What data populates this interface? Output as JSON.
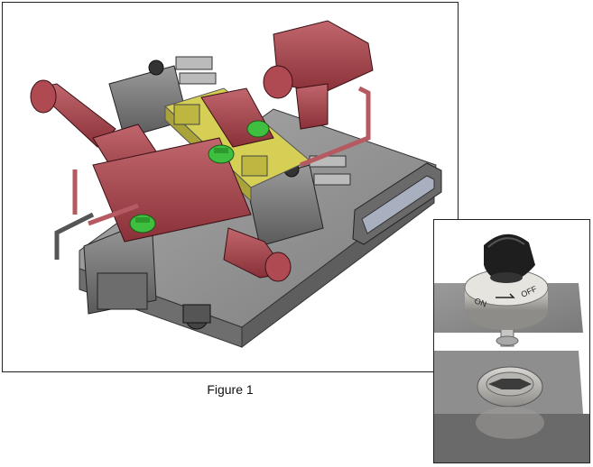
{
  "figure": {
    "caption": "Figure 1"
  },
  "inset": {
    "knob_label_on": "ON",
    "knob_label_off": "OFF"
  },
  "colors": {
    "manifold_red": "#9a3e45",
    "green_knob": "#3fbf3f",
    "yellow_block": "#c8c24a",
    "gray_plate": "#8c8c8c",
    "dark_gray": "#555555"
  }
}
